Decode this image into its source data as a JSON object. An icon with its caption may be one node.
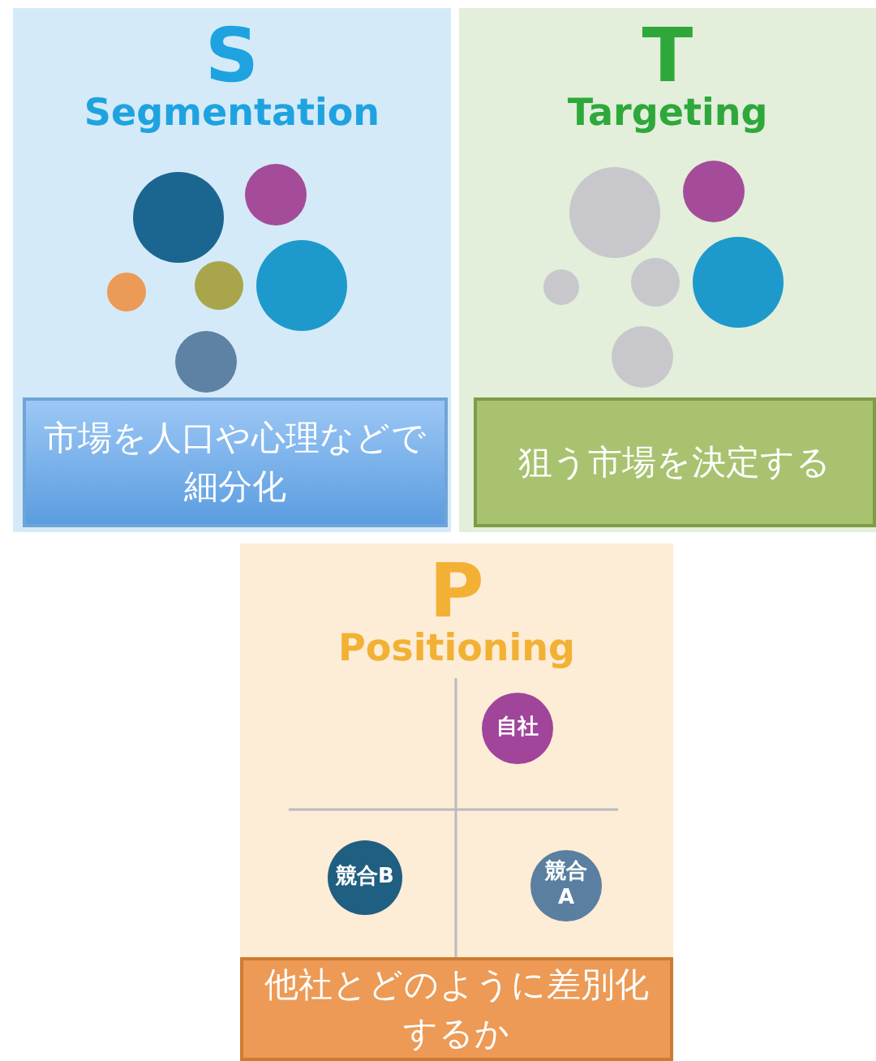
{
  "diagram": {
    "nodes": [
      {
        "text": [
          "S",
          "Segmentation"
        ]
      },
      {
        "text": [
          "市場を人口や心理などで細分化"
        ],
        "in": 0
      },
      {
        "text": [
          "T",
          "Targeting"
        ]
      },
      {
        "text": [
          "狙う市場を決定する"
        ],
        "in": 2
      },
      {
        "text": [
          "P",
          "Positioning"
        ]
      },
      {
        "text": [
          "自社"
        ],
        "in": 4
      },
      {
        "text": [
          "競合B"
        ],
        "in": 4
      },
      {
        "text": [
          "競合A"
        ],
        "in": 4
      },
      {
        "text": [
          "他社とどのように差別化するか"
        ],
        "in": 4
      }
    ]
  }
}
